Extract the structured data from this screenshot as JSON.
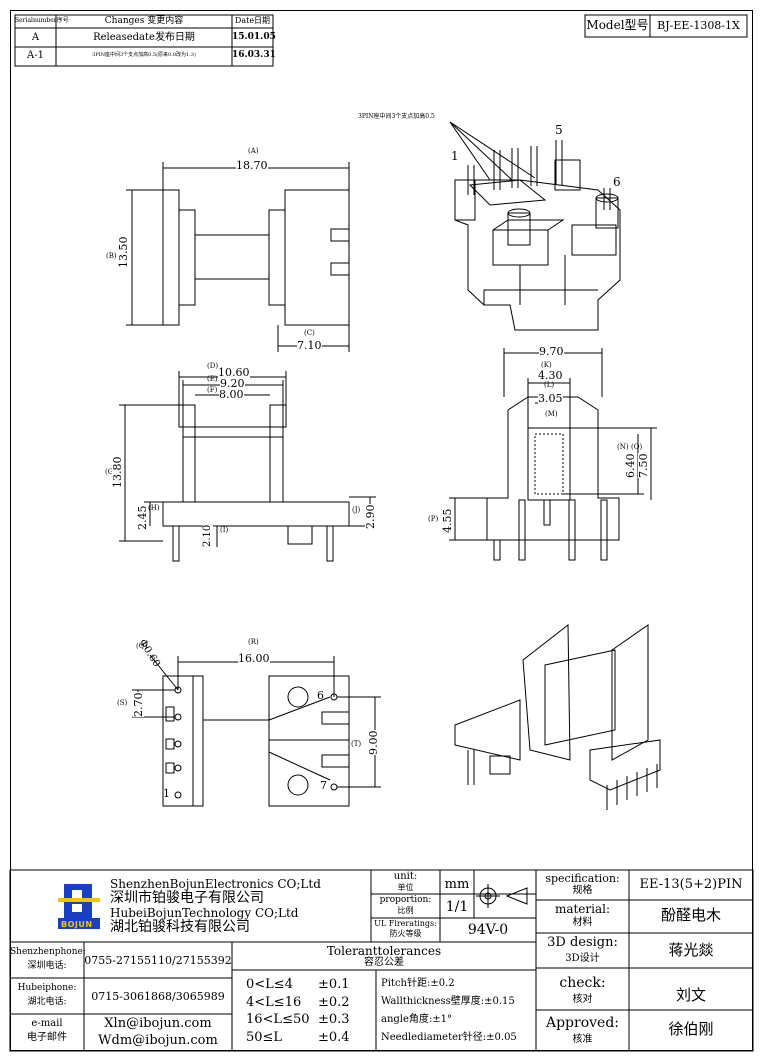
{
  "revision_table": {
    "headers": {
      "serial": "Serialnumber序号",
      "changes": "Changes 变更内容",
      "date": "Date日期"
    },
    "rows": [
      {
        "serial": "A",
        "change": "Releasedate发布日期",
        "date": "15.01.05"
      },
      {
        "serial": "A-1",
        "change": "3PIN座中间3个支点加高0.5(原来0.8改为1.3)",
        "date": "16.03.31"
      }
    ]
  },
  "model": {
    "label": "Model型号",
    "value": "BJ-EE-1308-1X"
  },
  "annotation_note": "3PIN座中间3个支点加高0.5",
  "pin_labels": {
    "p1": "1",
    "p5": "5",
    "p6": "6",
    "p1b": "1",
    "p6b": "6",
    "p7": "7"
  },
  "dims": {
    "A": "(A)",
    "A_val": "18.70",
    "B": "(B)",
    "B_val": "13.50",
    "C": "(C)",
    "C_val": "7.10",
    "D": "(D)",
    "D_val": "10.60",
    "E": "(E)",
    "E_val": "9.20",
    "F": "(F)",
    "F_val": "8.00",
    "G": "(G)",
    "G_val": "13.80",
    "H": "(H)",
    "H_val": "2.45",
    "I": "(I)",
    "I_val": "2.10",
    "J": "(J)",
    "J_val": "2.90",
    "K": "(K)",
    "K_val": "9.70",
    "L": "(L)",
    "L_val": "4.30",
    "M": "(M)",
    "M_val": "3.05",
    "N": "(N)",
    "N_val": "6.40",
    "O": "(O)",
    "O_val": "7.50",
    "P": "(P)",
    "P_val": "4.55",
    "Q": "(Q)",
    "Q_val": "Φ0.60",
    "R": "(R)",
    "R_val": "16.00",
    "S": "(S)",
    "S_val": "2.70",
    "T": "(T)",
    "T_val": "9.00"
  },
  "company": {
    "en1": "ShenzhenBojunElectronics CO;Ltd",
    "cn1": "深圳市铂骏电子有限公司",
    "en2": "HubeiBojunTechnology CO;Ltd",
    "cn2": "湖北铂骏科技有限公司",
    "logo_text": "BOJUN",
    "brand_color": "#1a3fc4",
    "accent_color": "#f2c400"
  },
  "unit": {
    "label_en": "unit:",
    "label_cn": "单位",
    "value": "mm"
  },
  "proportion": {
    "label_en": "proportion:",
    "label_cn": "比例",
    "value": "1/1"
  },
  "ul": {
    "label_en": "UL Fireratings:",
    "label_cn": "防火等级",
    "value": "94V-0"
  },
  "contacts": [
    {
      "label_en": "Shenzhenphone:",
      "label_cn": "深圳电话:",
      "value": "0755-27155110/27155392"
    },
    {
      "label_en": "Hubeiphone:",
      "label_cn": "湖北电话:",
      "value": "0715-3061868/3065989"
    },
    {
      "label_en": "e-mail",
      "label_cn": "电子邮件",
      "value": "Xln@ibojun.com",
      "value2": "Wdm@ibojun.com"
    }
  ],
  "tolerances": {
    "title_en": "Toleranttolerances",
    "title_cn": "容忍公差",
    "ranges": [
      {
        "range": "0<L≤4",
        "tol": "±0.1"
      },
      {
        "range": "4<L≤16",
        "tol": "±0.2"
      },
      {
        "range": "16<L≤50",
        "tol": "±0.3"
      },
      {
        "range": "50≤L",
        "tol": "±0.4"
      }
    ],
    "notes": [
      "Pitch针距:±0.2",
      "Wallthickness壁厚度:±0.15",
      "angle角度:±1°",
      "Needlediameter针径:±0.05"
    ]
  },
  "spec": {
    "spec_label_en": "specification:",
    "spec_label_cn": "规格",
    "spec_value": "EE-13(5+2)PIN",
    "material_label_en": "material:",
    "material_label_cn": "材料",
    "material_value": "酚醛电木",
    "design_label_en": "3D design:",
    "design_label_cn": "3D设计",
    "design_value": "蒋光燚",
    "check_label_en": "check:",
    "check_label_cn": "核对",
    "check_value": "刘文",
    "approved_label_en": "Approved:",
    "approved_label_cn": "核准",
    "approved_value": "徐伯刚"
  }
}
